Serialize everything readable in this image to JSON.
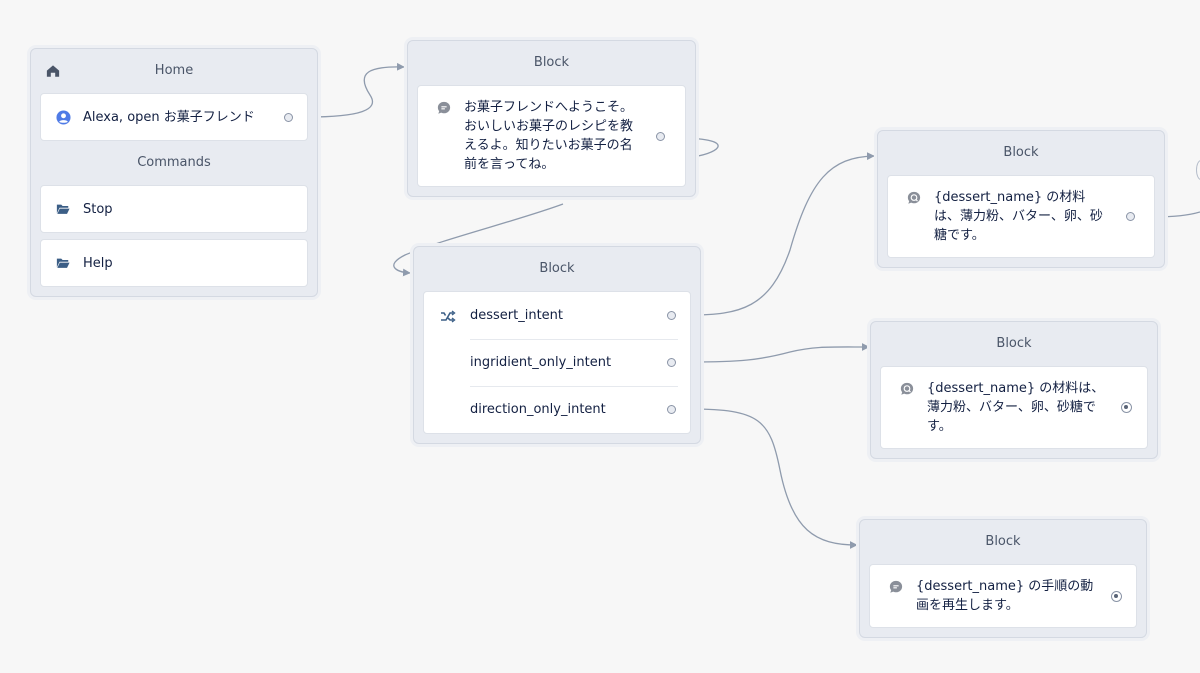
{
  "home": {
    "title": "Home",
    "launch_label": "Alexa, open お菓子フレンド",
    "commands_label": "Commands",
    "commands": [
      {
        "label": "Stop"
      },
      {
        "label": "Help"
      }
    ]
  },
  "welcome_block": {
    "title": "Block",
    "speak_text": "お菓子フレンドへようこそ。おいしいお菓子のレシピを教えるよ。知りたいお菓子の名前を言ってね。"
  },
  "intent_block": {
    "title": "Block",
    "choices": [
      {
        "label": "dessert_intent"
      },
      {
        "label": "ingridient_only_intent"
      },
      {
        "label": "direction_only_intent"
      }
    ]
  },
  "ingredients_block_1": {
    "title": "Block",
    "speak_text": "{dessert_name} の材料は、薄力粉、バター、卵、砂糖です。"
  },
  "ingredients_block_2": {
    "title": "Block",
    "speak_text": "{dessert_name} の材料は、薄力粉、バター、卵、砂糖です。"
  },
  "video_block": {
    "title": "Block",
    "speak_text": "{dessert_name} の手順の動画を再生します。"
  },
  "colors": {
    "background": "#f7f7f7",
    "block_bg": "#e8ebf1",
    "link": "#8f9bad",
    "launch_icon": "#4f7be6",
    "folder_icon": "#3b5e86",
    "speak_icon": "#8a8f99"
  },
  "icons": {
    "home": "home-icon",
    "launch": "user-circle-icon",
    "command": "folder-icon",
    "speak": "speech-bubble-icon",
    "choice": "shuffle-icon",
    "port": "port-circle-icon"
  }
}
